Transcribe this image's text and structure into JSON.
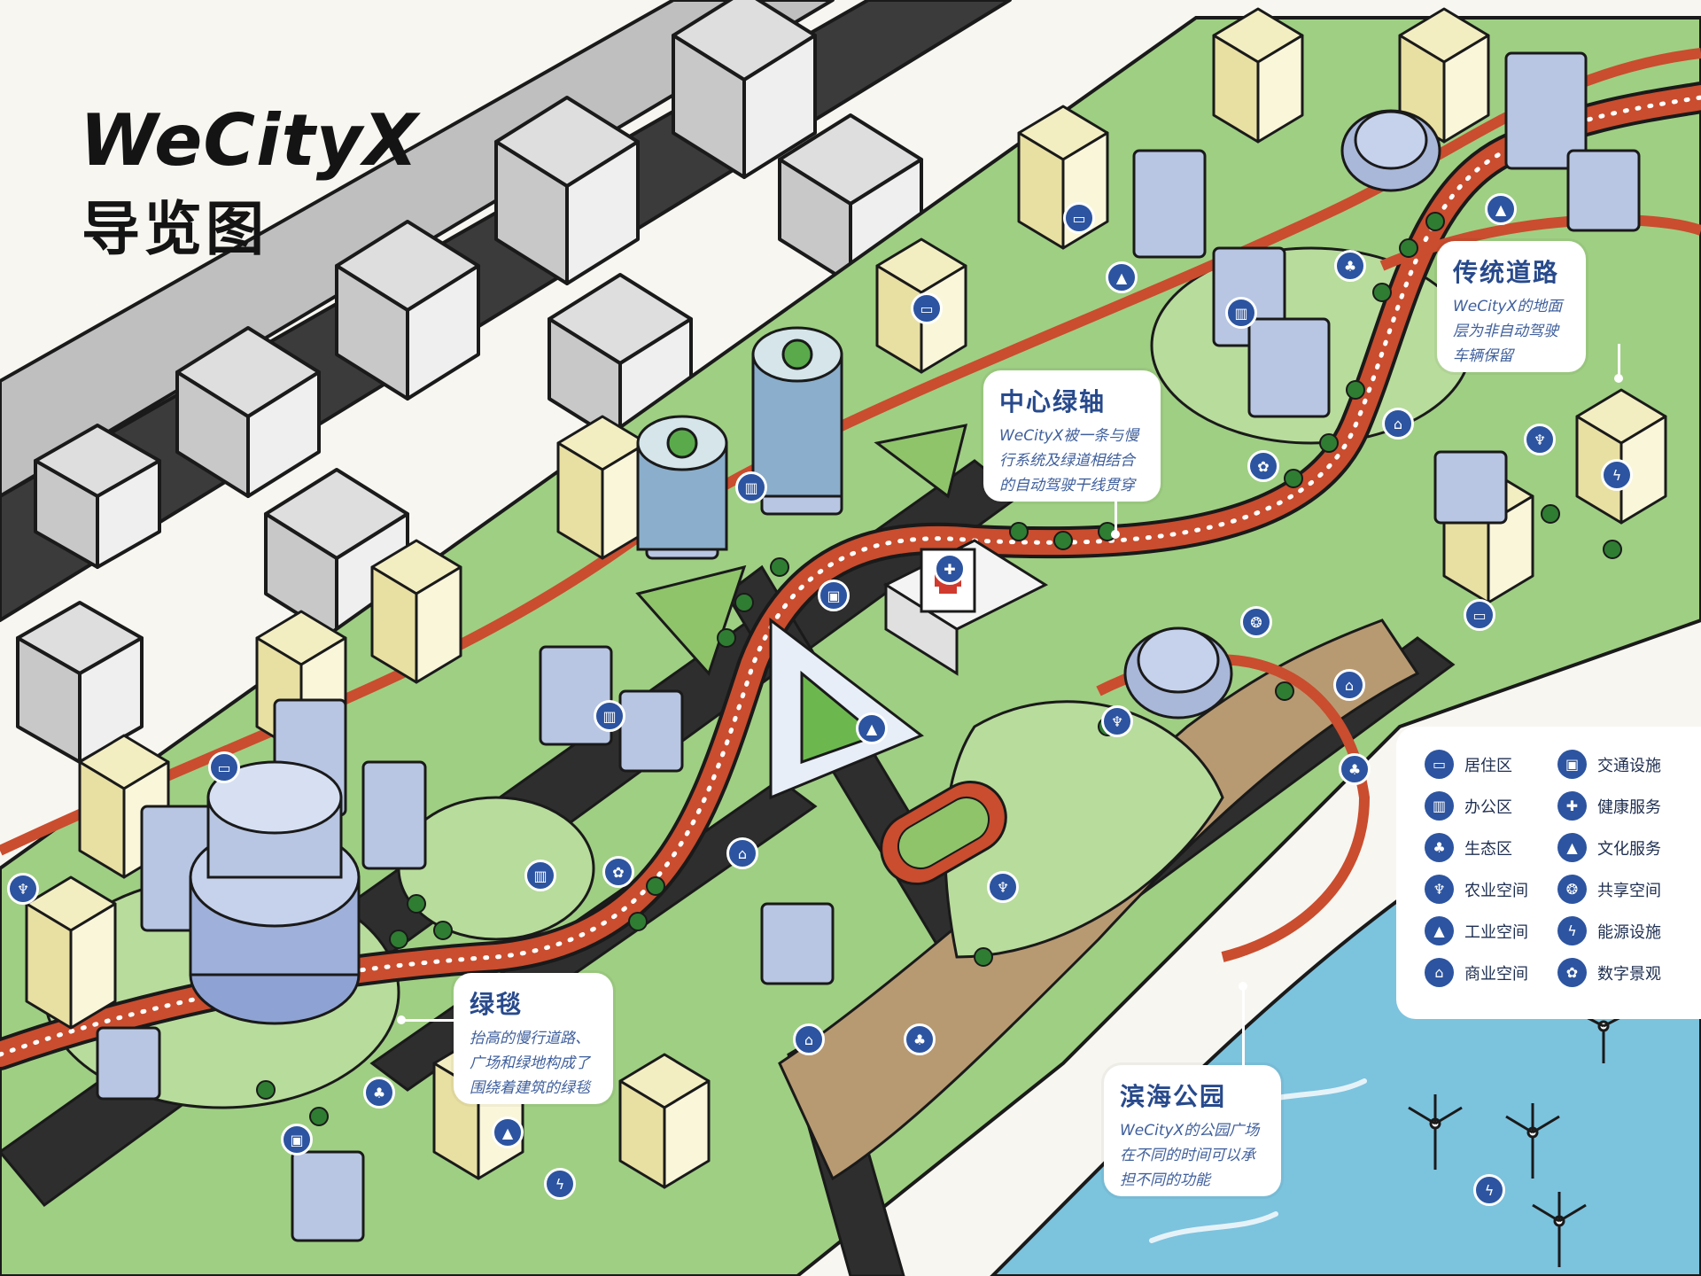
{
  "title": {
    "main": "WeCityX",
    "sub": "导览图"
  },
  "callouts": {
    "traditional_road": {
      "title": "传统道路",
      "text": "WeCityX的地面\n层为非自动驾驶\n车辆保留"
    },
    "central_green_axis": {
      "title": "中心绿轴",
      "text": "WeCityX被一条与慢\n行系统及绿道相结合\n的自动驾驶干线贯穿"
    },
    "green_carpet": {
      "title": "绿毯",
      "text": "抬高的慢行道路、\n广场和绿地构成了\n围绕着建筑的绿毯"
    },
    "waterfront_park": {
      "title": "滨海公园",
      "text": "WeCityX的公园广场\n在不同的时间可以承\n担不同的功能"
    }
  },
  "legend": {
    "items": [
      {
        "label": "居住区",
        "icon": "bed-icon",
        "glyph": "▭"
      },
      {
        "label": "交通设施",
        "icon": "bus-icon",
        "glyph": "▣"
      },
      {
        "label": "办公区",
        "icon": "chart-icon",
        "glyph": "▥"
      },
      {
        "label": "健康服务",
        "icon": "cross-icon",
        "glyph": "✚"
      },
      {
        "label": "生态区",
        "icon": "tree-icon",
        "glyph": "♣"
      },
      {
        "label": "文化服务",
        "icon": "graduation-cap-icon",
        "glyph": "▲"
      },
      {
        "label": "农业空间",
        "icon": "wheat-icon",
        "glyph": "♆"
      },
      {
        "label": "共享空间",
        "icon": "share-icon",
        "glyph": "❂"
      },
      {
        "label": "工业空间",
        "icon": "factory-icon",
        "glyph": "▲"
      },
      {
        "label": "能源设施",
        "icon": "lightning-icon",
        "glyph": "ϟ"
      },
      {
        "label": "商业空间",
        "icon": "shopping-bag-icon",
        "glyph": "⌂"
      },
      {
        "label": "数字景观",
        "icon": "digital-flower-icon",
        "glyph": "✿"
      }
    ]
  },
  "colors": {
    "land_green": "#9fcf83",
    "park_green": "#b8dc9c",
    "road_red": "#c94d2e",
    "road_dark": "#2e2e2e",
    "water": "#7cc3de",
    "icon_blue": "#2c54a0",
    "building_cream": "#f3eec2",
    "building_blue": "#b8c6e3",
    "building_gray": "#dcdcdc"
  }
}
